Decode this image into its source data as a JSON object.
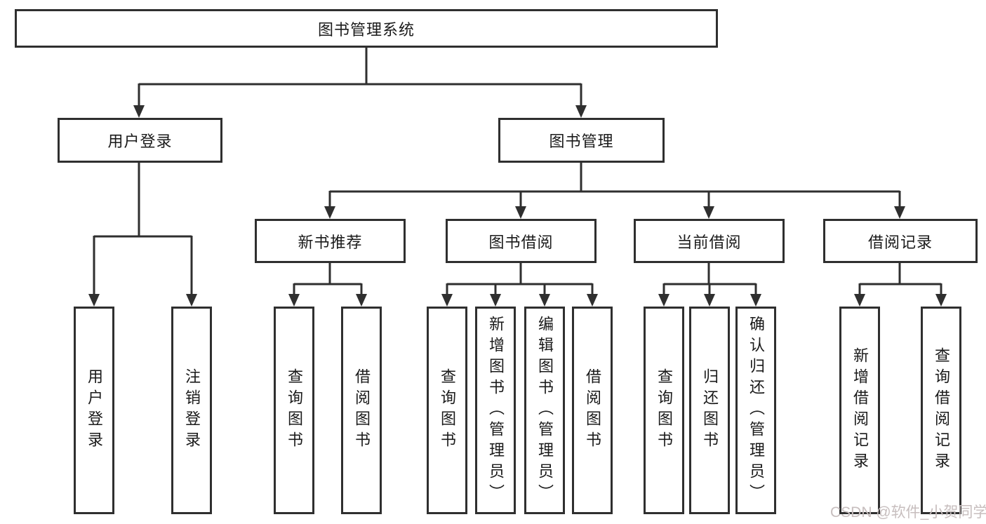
{
  "colors": {
    "line": "#2f2f2f",
    "text": "#1a1a1a",
    "bg": "#ffffff",
    "watermark": "#c7bebe"
  },
  "diagram_type": "functional-structure-tree",
  "nodes": {
    "root": "图书管理系统",
    "user_login": "用户登录",
    "book_mgmt": "图书管理",
    "new_book_rec": "新书推荐",
    "book_borrow": "图书借阅",
    "current_borrow": "当前借阅",
    "borrow_record": "借阅记录",
    "leaf_user_login": "用户登录",
    "leaf_logout": "注销登录",
    "leaf_rec_query": "查询图书",
    "leaf_rec_borrow": "借阅图书",
    "leaf_bb_query": "查询图书",
    "leaf_bb_add": "新增图书（管理员）",
    "leaf_bb_edit": "编辑图书（管理员）",
    "leaf_bb_borrow": "借阅图书",
    "leaf_cb_query": "查询图书",
    "leaf_cb_return": "归还图书",
    "leaf_cb_confirm": "确认归还（管理员）",
    "leaf_br_add": "新增借阅记录",
    "leaf_br_query": "查询借阅记录"
  },
  "watermark": "CSDN @软件_小贺同学"
}
